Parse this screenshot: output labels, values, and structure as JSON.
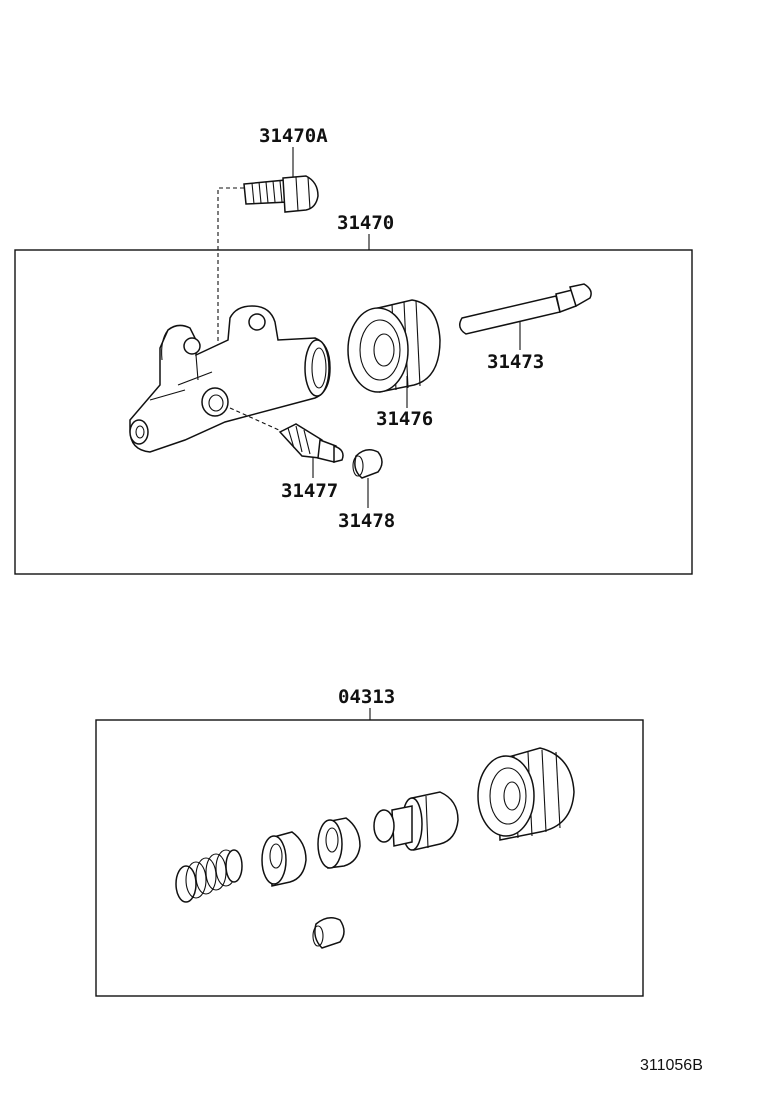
{
  "diagram": {
    "labels": {
      "bolt": "31470A",
      "assembly": "31470",
      "push_rod": "31473",
      "boot": "31476",
      "bleeder_plug": "31477",
      "bleeder_cap": "31478",
      "repair_kit": "04313"
    },
    "reference_code": "311056B"
  }
}
